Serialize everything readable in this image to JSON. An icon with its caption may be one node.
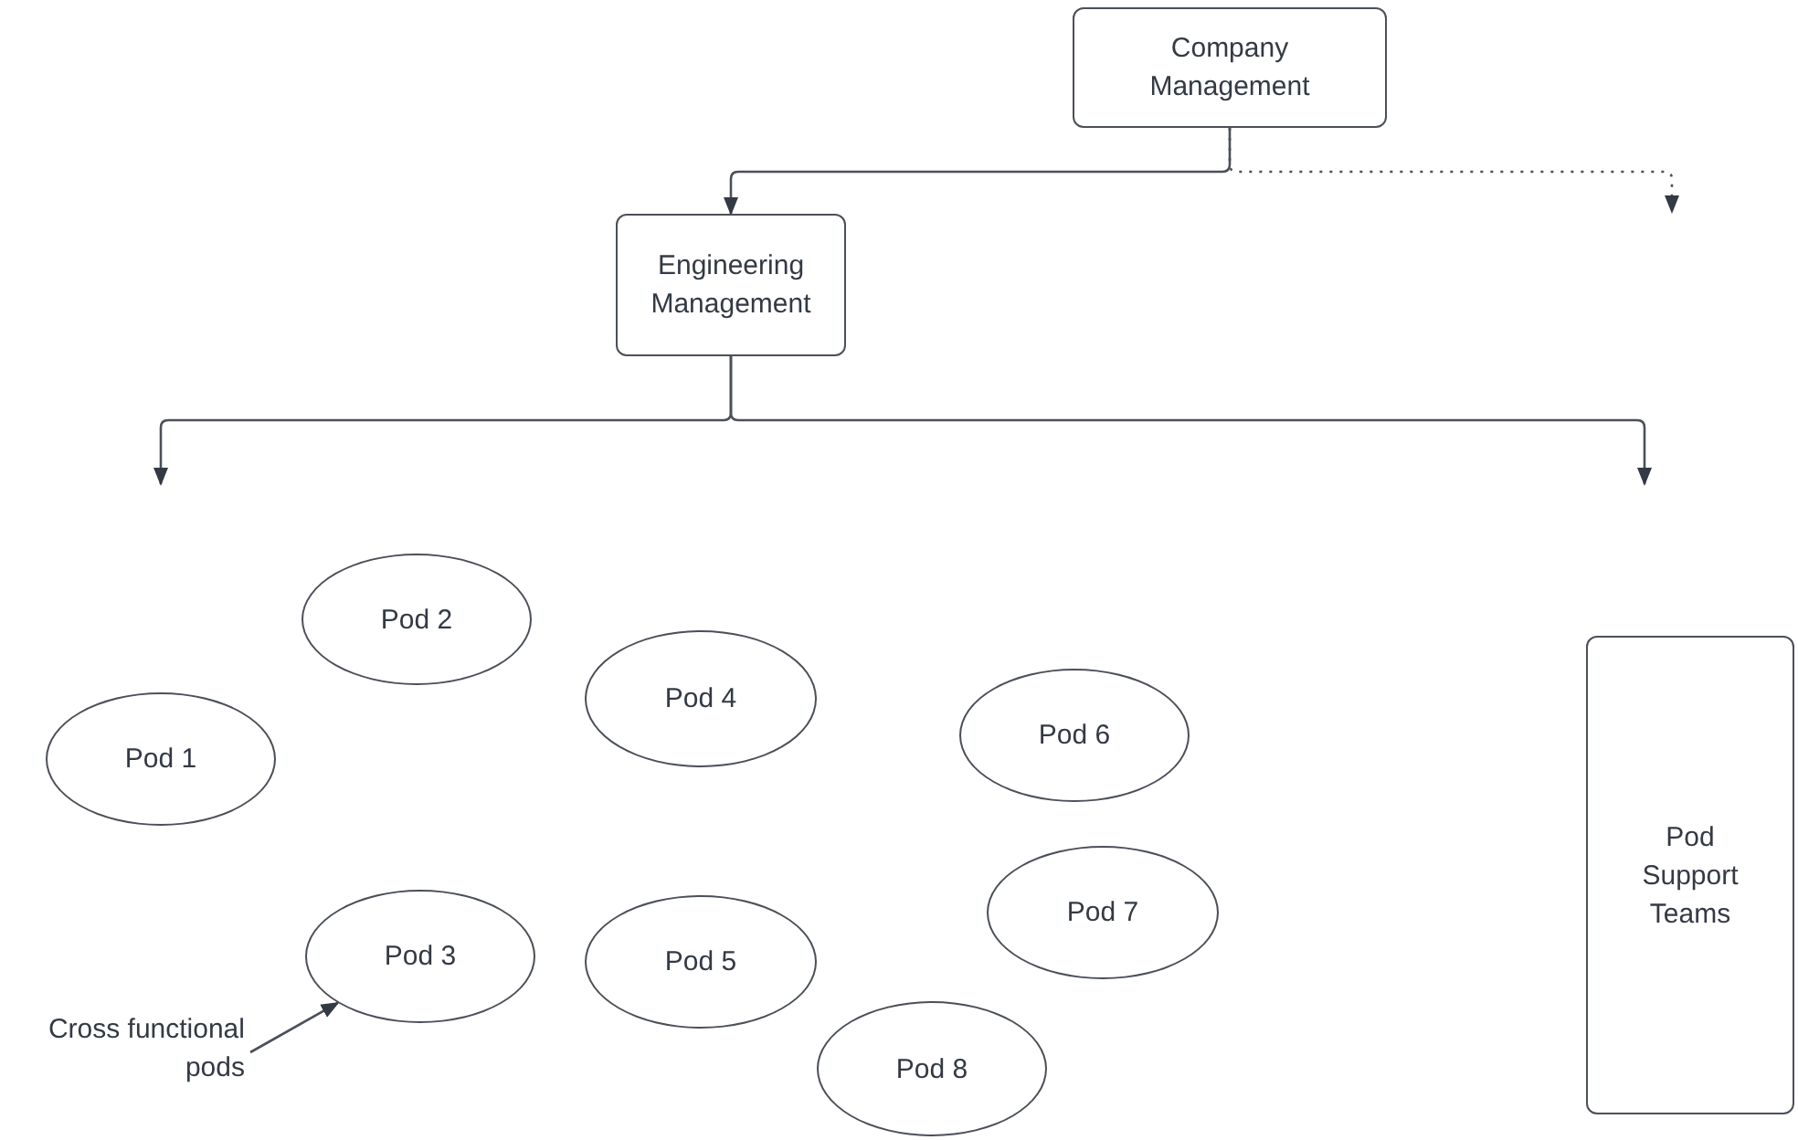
{
  "diagram": {
    "nodes": [
      {
        "text": [
          "Company Management"
        ]
      },
      {
        "text": [
          "Engineering Management"
        ]
      },
      {
        "text": [
          "Pod 1"
        ]
      },
      {
        "text": [
          "Pod 2"
        ]
      },
      {
        "text": [
          "Pod 4"
        ]
      },
      {
        "text": [
          "Pod 6"
        ]
      },
      {
        "text": [
          "Pod 3"
        ]
      },
      {
        "text": [
          "Pod 5"
        ]
      },
      {
        "text": [
          "Pod 7"
        ]
      },
      {
        "text": [
          "Pod 8"
        ]
      },
      {
        "text": [
          "Pod Support Teams"
        ]
      },
      {
        "text": [
          "Cross functional pods"
        ]
      }
    ],
    "edges": [
      {
        "from": 0,
        "to": 1,
        "arrow": "to"
      },
      {
        "from": 0,
        "to": null,
        "arrow": "to",
        "style": "dashed"
      },
      {
        "from": 1,
        "to": null,
        "arrow": "to"
      },
      {
        "from": 1,
        "to": null,
        "arrow": "to"
      },
      {
        "from": 11,
        "to": 6,
        "arrow": "to"
      }
    ]
  }
}
